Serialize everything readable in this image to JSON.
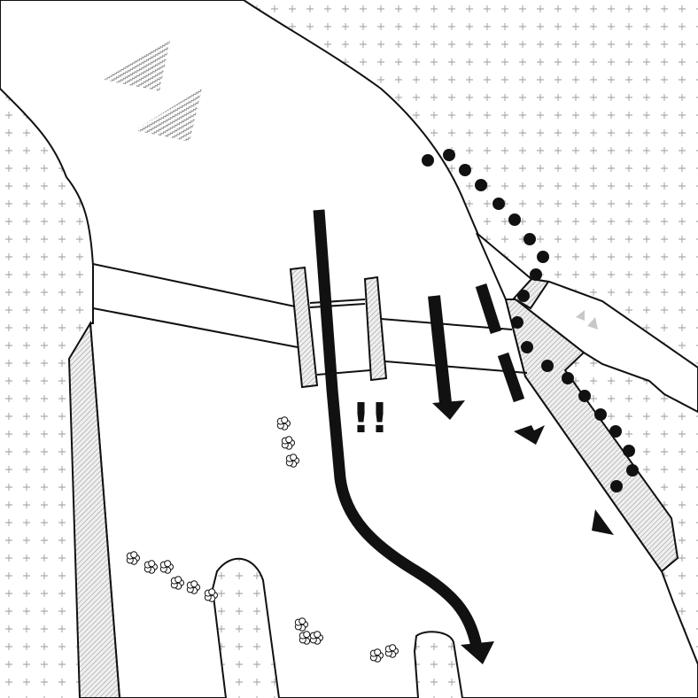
{
  "diagram": {
    "warning_mark": "!!",
    "colors": {
      "ink": "#111111",
      "hatch_fill": "#e6e6e6",
      "land_pattern": "#9a9a9a",
      "light_triangles": "#c8c8c8"
    },
    "icons": [
      "plus-pattern-land",
      "hatched-triangle",
      "flow-arrow",
      "dotted-path",
      "flower-cluster"
    ]
  }
}
